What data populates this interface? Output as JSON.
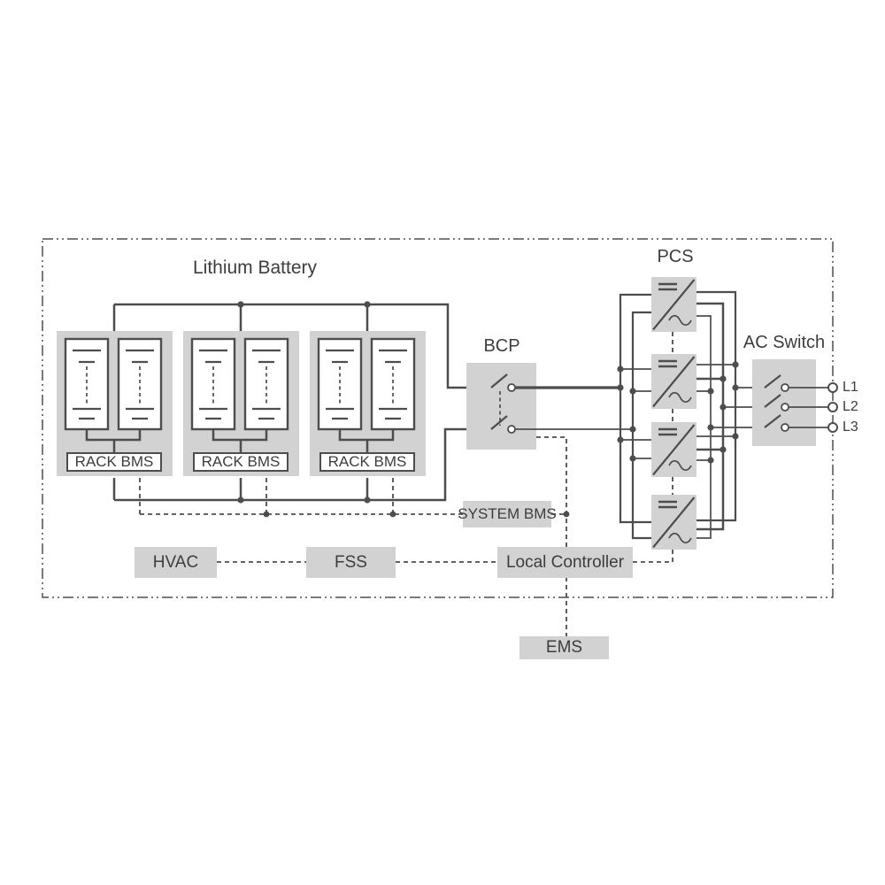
{
  "labels": {
    "lithium_battery": "Lithium Battery",
    "pcs": "PCS",
    "bcp": "BCP",
    "ac_switch": "AC Switch",
    "rack_bms": "RACK BMS",
    "system_bms": "SYSTEM BMS",
    "hvac": "HVAC",
    "fss": "FSS",
    "local_controller": "Local Controller",
    "ems": "EMS"
  },
  "phases": [
    {
      "label": "L1"
    },
    {
      "label": "L2"
    },
    {
      "label": "L3"
    }
  ],
  "colors": {
    "wire": "#4d4d4d",
    "box_fill": "#d2d2d2",
    "text": "#3d3d3d",
    "background": "#ffffff"
  }
}
